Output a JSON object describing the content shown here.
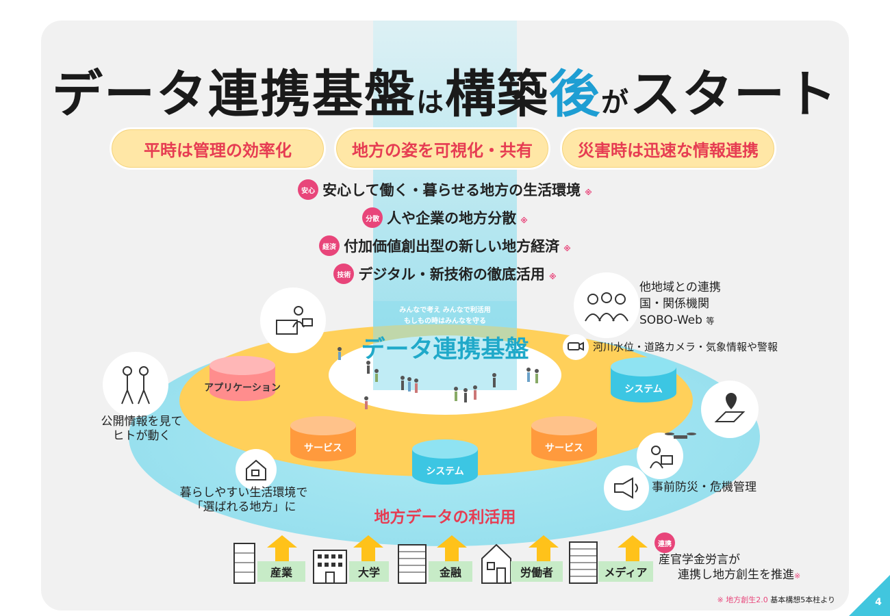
{
  "title": {
    "part1": "データ連携基盤",
    "part2": "は",
    "part3": "構築",
    "part4": "後",
    "part5": "が",
    "part6": "スタート"
  },
  "pills": [
    "平時は管理の効率化",
    "地方の姿を可視化・共有",
    "災害時は迅速な情報連携"
  ],
  "pillars": [
    {
      "badge": "安心",
      "text": "安心して働く・暮らせる地方の生活環境",
      "mark": "※"
    },
    {
      "badge": "分散",
      "text": "人や企業の地方分散",
      "mark": "※"
    },
    {
      "badge": "経済",
      "text": "付加価値創出型の新しい地方経済",
      "mark": "※"
    },
    {
      "badge": "技術",
      "text": "デジタル・新技術の徹底活用",
      "mark": "※"
    }
  ],
  "platform": {
    "sub1": "みんなで考え みんなで利活用",
    "sub2": "もしもの時はみんなを守る",
    "name": "データ連携基盤"
  },
  "databases": {
    "app": "アプリケーション",
    "system_right": "システム",
    "service_left": "サービス",
    "service_right": "サービス",
    "system_center": "システム"
  },
  "annotations": {
    "other_regions_1": "他地域との連携",
    "other_regions_2": "国・関係機関",
    "other_regions_3": "SOBO-Web",
    "other_regions_3b": "等",
    "sensors": "河川水位・道路カメラ・気象情報や警報",
    "public_info_1": "公開情報を見て",
    "public_info_2": "ヒトが動く",
    "living_1": "暮らしやすい生活環境で",
    "living_2": "「選ばれる地方」に",
    "disaster": "事前防災・危機管理"
  },
  "usage": "地方データの利活用",
  "orgs": [
    "産業",
    "大学",
    "金融",
    "労働者",
    "メディア"
  ],
  "collab": {
    "badge": "連携",
    "line1": "産官学金労言が",
    "line2": "連携し地方創生を推進",
    "mark": "※"
  },
  "footnote": {
    "mark": "※",
    "source": "地方創生2.0",
    "rest": "基本構想5本柱より"
  },
  "page_number": "4",
  "colors": {
    "accent_red": "#e63c52",
    "accent_blue": "#1e9ed3",
    "pink": "#e8457a",
    "pill_bg": "#ffe7a6",
    "teal": "#20a9c9",
    "arrow": "#ffc21a"
  }
}
